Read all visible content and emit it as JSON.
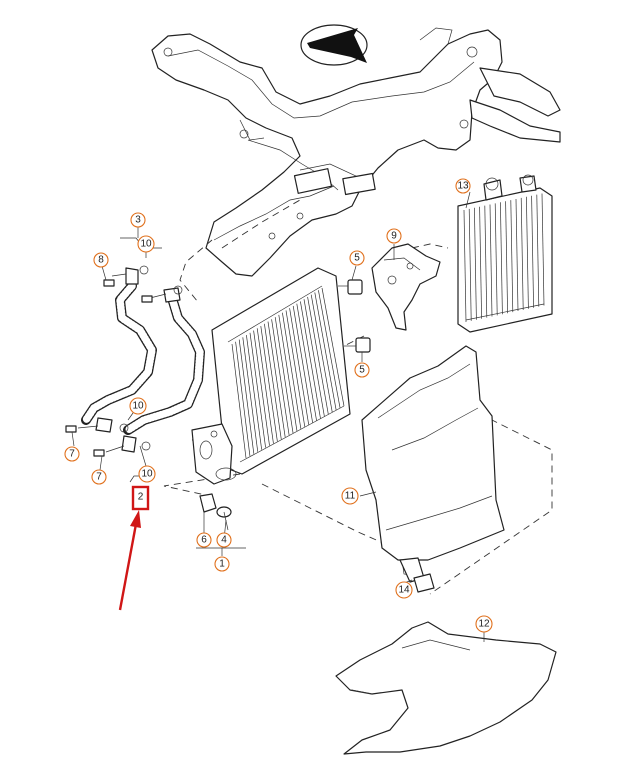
{
  "diagram": {
    "callouts": [
      {
        "id": "callout-1",
        "label": "1"
      },
      {
        "id": "callout-2",
        "label": "2",
        "highlighted": true
      },
      {
        "id": "callout-3",
        "label": "3"
      },
      {
        "id": "callout-4",
        "label": "4"
      },
      {
        "id": "callout-5a",
        "label": "5"
      },
      {
        "id": "callout-5b",
        "label": "5"
      },
      {
        "id": "callout-6",
        "label": "6"
      },
      {
        "id": "callout-7a",
        "label": "7"
      },
      {
        "id": "callout-7b",
        "label": "7"
      },
      {
        "id": "callout-8",
        "label": "8"
      },
      {
        "id": "callout-9",
        "label": "9"
      },
      {
        "id": "callout-10a",
        "label": "10"
      },
      {
        "id": "callout-10b",
        "label": "10"
      },
      {
        "id": "callout-10c",
        "label": "10"
      },
      {
        "id": "callout-11",
        "label": "11"
      },
      {
        "id": "callout-12",
        "label": "12"
      },
      {
        "id": "callout-13",
        "label": "13"
      },
      {
        "id": "callout-14",
        "label": "14"
      }
    ],
    "colors": {
      "callout_ring": "#e0701c",
      "highlight": "#d01616",
      "line": "#222222"
    },
    "icons": {
      "direction_marker": "compass-arrow-icon",
      "pointer": "red-pointer-arrow"
    }
  }
}
